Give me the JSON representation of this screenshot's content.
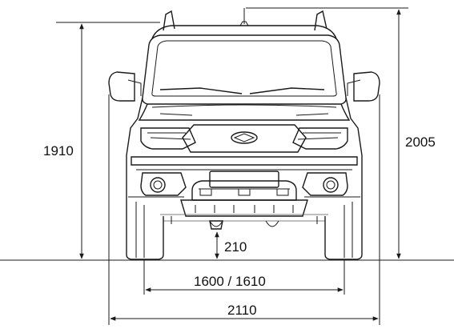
{
  "dimensions": {
    "height_roof": "1910",
    "height_antenna": "2005",
    "ground_clearance": "210",
    "track": "1600 / 1610",
    "width": "2110"
  },
  "colors": {
    "line": "#1a1a1a",
    "background": "#ffffff"
  }
}
